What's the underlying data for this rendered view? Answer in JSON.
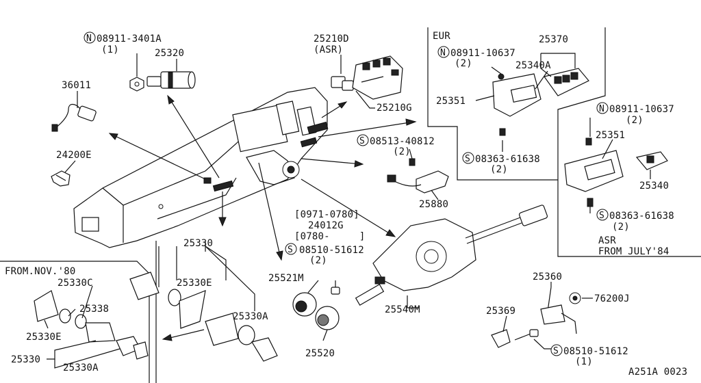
{
  "diagram_id": "A251A 0023",
  "regions": {
    "eur": "EUR",
    "asr_from_july": [
      "ASR",
      "FROM JULY'84"
    ],
    "from_nov_80": "FROM.NOV.'80"
  },
  "callouts": {
    "n_08911_3401A": "08911-3401A",
    "n_08911_3401A_qty": "(1)",
    "p_25320": "25320",
    "p_36011": "36011",
    "p_24200E": "24200E",
    "p_25210D": "25210D",
    "p_25210D_note": "(ASR)",
    "p_25210G": "25210G",
    "s_08513_40812": "08513-40812",
    "s_08513_40812_qty": "(2)",
    "p_25880": "25880",
    "date_range_1": "[0971-0780]",
    "p_24012G": "24012G",
    "date_range_2": "[0780-     ]",
    "s_08510_51612_a": "08510-51612",
    "s_08510_51612_a_qty": "(2)",
    "p_25330": "25330",
    "p_25330E_main": "25330E",
    "p_25330A_main": "25330A",
    "p_25521M": "25521M",
    "p_25520": "25520",
    "p_25540M": "25540M",
    "p_25330C": "25330C",
    "p_25338": "25338",
    "p_25330E_sub": "25330E",
    "p_25330_sub": "25330",
    "p_25330A_sub": "25330A",
    "p_25370": "25370",
    "n_08911_10637_eur": "08911-10637",
    "n_08911_10637_eur_qty": "(2)",
    "p_25340A": "25340A",
    "p_25351_eur": "25351",
    "s_08363_61638_eur": "08363-61638",
    "s_08363_61638_eur_qty": "(2)",
    "n_08911_10637_asr": "08911-10637",
    "n_08911_10637_asr_qty": "(2)",
    "p_25351_asr": "25351",
    "p_25340": "25340",
    "s_08363_61638_asr": "08363-61638",
    "s_08363_61638_asr_qty": "(2)",
    "p_25360": "25360",
    "p_76200J": "76200J",
    "p_25369": "25369",
    "s_08510_51612_b": "08510-51612",
    "s_08510_51612_b_qty": "(1)"
  },
  "symbols": {
    "nut_mark": "N",
    "screw_mark": "S"
  }
}
